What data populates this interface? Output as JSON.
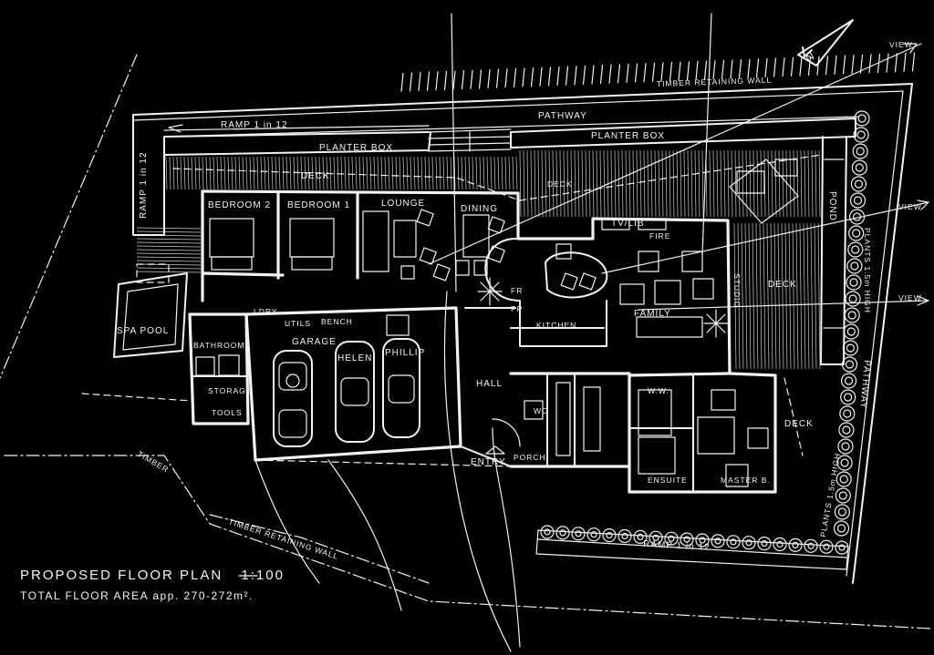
{
  "title": "PROPOSED FLOOR PLAN",
  "scale": "1:100",
  "area_note": "TOTAL FLOOR AREA app. 270-272m².",
  "north_label": "N",
  "labels": {
    "pathway_top": "PATHWAY",
    "ramp_top": "RAMP 1 in 12",
    "ramp_left": "RAMP 1 in 12",
    "ramp_bottom": "RAMP 1 in 12",
    "planter_box_left": "PLANTER BOX",
    "planter_box_right": "PLANTER BOX",
    "retaining_wall_top": "TIMBER RETAINING WALL",
    "retaining_wall_bottom": "TIMBER RETAINING WALL",
    "retaining_wall_left": "TIMBER",
    "deck_top": "DECK",
    "deck_right": "DECK",
    "deck_right_lower": "DECK",
    "deck_far": "DECK",
    "bedroom2": "BEDROOM 2",
    "bedroom1": "BEDROOM 1",
    "lounge": "LOUNGE",
    "dining": "DINING",
    "tv_lib": "TV/LIB",
    "fire": "FIRE",
    "pond": "POND",
    "plants_high": "PLANTS 1.5m HIGH",
    "plants_high_lower": "PLANTS 1.5m HIGH",
    "pathway_right": "PATHWAY",
    "view_1": "VIEW",
    "view_2": "VIEW",
    "view_3": "VIEW",
    "spa_pool": "SPA POOL",
    "bathroom": "BATHROOM",
    "ldry": "LDRY",
    "utils": "UTILS",
    "bench": "BENCH",
    "garage": "GARAGE",
    "helen": "HELEN",
    "phillip": "PHILLIP",
    "storage": "STORAGE",
    "tools": "TOOLS",
    "kitchen": "KITCHEN",
    "family": "FAMILY",
    "hall": "HALL",
    "wc": "WC",
    "ww": "W.W.",
    "ensuite": "ENSUITE",
    "master": "MASTER B.",
    "entry": "ENTRY",
    "porch": "PORCH",
    "fr": "FR",
    "pp": "PP",
    "studio": "STUDIO"
  }
}
